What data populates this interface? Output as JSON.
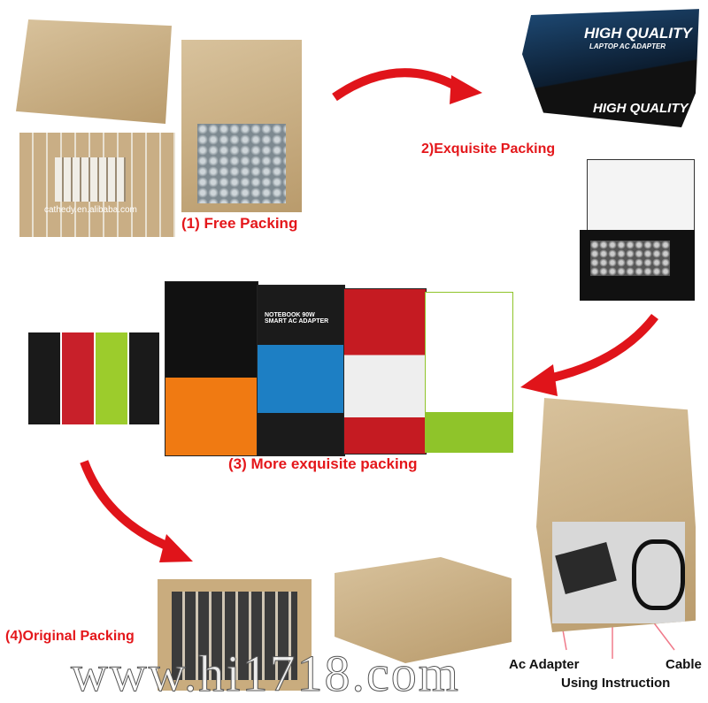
{
  "steps": {
    "free_packing": "(1) Free Packing",
    "exquisite_packing": "2)Exquisite Packing",
    "more_exquisite_packing": "(3) More exquisite packing",
    "original_packing": "(4)Original Packing"
  },
  "photo_watermark": "cathedy.en.alibaba.com",
  "gift_box": {
    "title": "HIGH QUALITY",
    "subtitle": "LAPTOP AC ADAPTER"
  },
  "retail_box_text": "NOTEBOOK 90W SMART AC ADAPTER",
  "contents_labels": {
    "adapter": "Ac Adapter",
    "cable": "Cable",
    "instruction": "Using Instruction"
  },
  "site_watermark": "www.hi1718.com",
  "colors": {
    "label_red": "#e4171b",
    "arrow_red": "#e0141a",
    "kraft": "#c8ac80"
  }
}
